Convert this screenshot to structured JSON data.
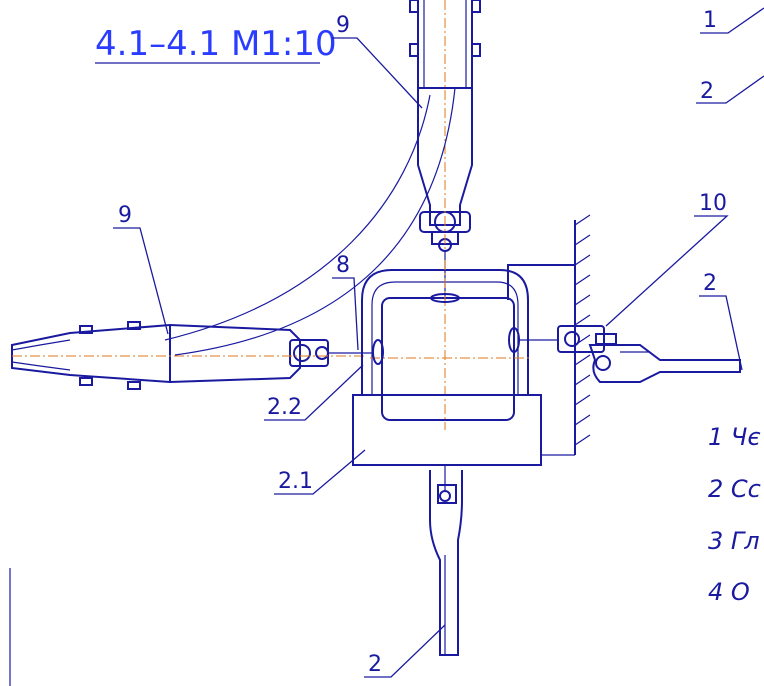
{
  "title": "4.1–4.1 M1:10",
  "callouts": [
    "1",
    "2",
    "9",
    "9",
    "8",
    "10",
    "2",
    "2.2",
    "2.1",
    "2"
  ],
  "notes": [
    "1 Чє",
    "2 Сс",
    "3 Гл",
    "4 О"
  ],
  "colors": {
    "line": "#1a1aa0",
    "title": "#2a3cff",
    "axis": "#e07a1e"
  }
}
